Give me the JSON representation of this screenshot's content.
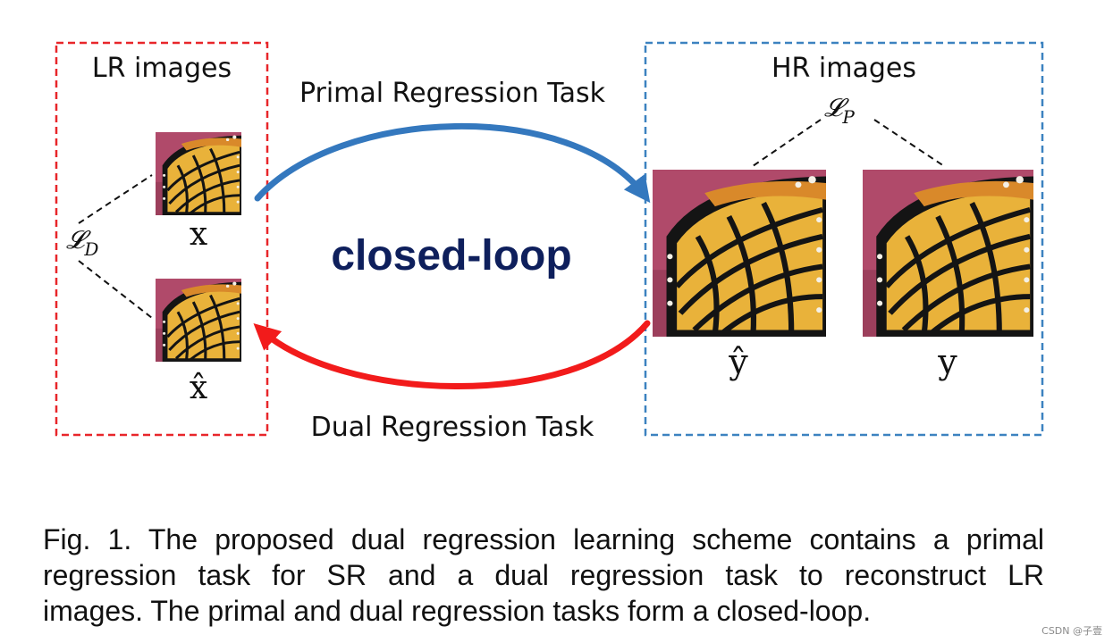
{
  "left_group": {
    "title": "LR images",
    "frame_color": "#e8262a",
    "image_x_label": "x",
    "image_xhat_label": "x̂",
    "loss_symbol": "𝓛",
    "loss_subscript": "D"
  },
  "right_group": {
    "title": "HR images",
    "frame_color": "#3c82c0",
    "image_yhat_label": "ŷ",
    "image_y_label": "y",
    "loss_symbol": "𝓛",
    "loss_subscript": "P"
  },
  "arrows": {
    "primal_label": "Primal Regression Task",
    "primal_color": "#3478be",
    "dual_label": "Dual Regression Task",
    "dual_color": "#f21b1b"
  },
  "center_label": "closed-loop",
  "center_label_color": "#0e1f5c",
  "caption": {
    "line1": "Fig. 1.  The proposed dual regression learning scheme contains a primal",
    "line2": "regression task for SR and a dual regression task to reconstruct LR",
    "line3": "images. The primal and dual regression tasks form a closed-loop."
  },
  "watermark": "CSDN @子壹"
}
